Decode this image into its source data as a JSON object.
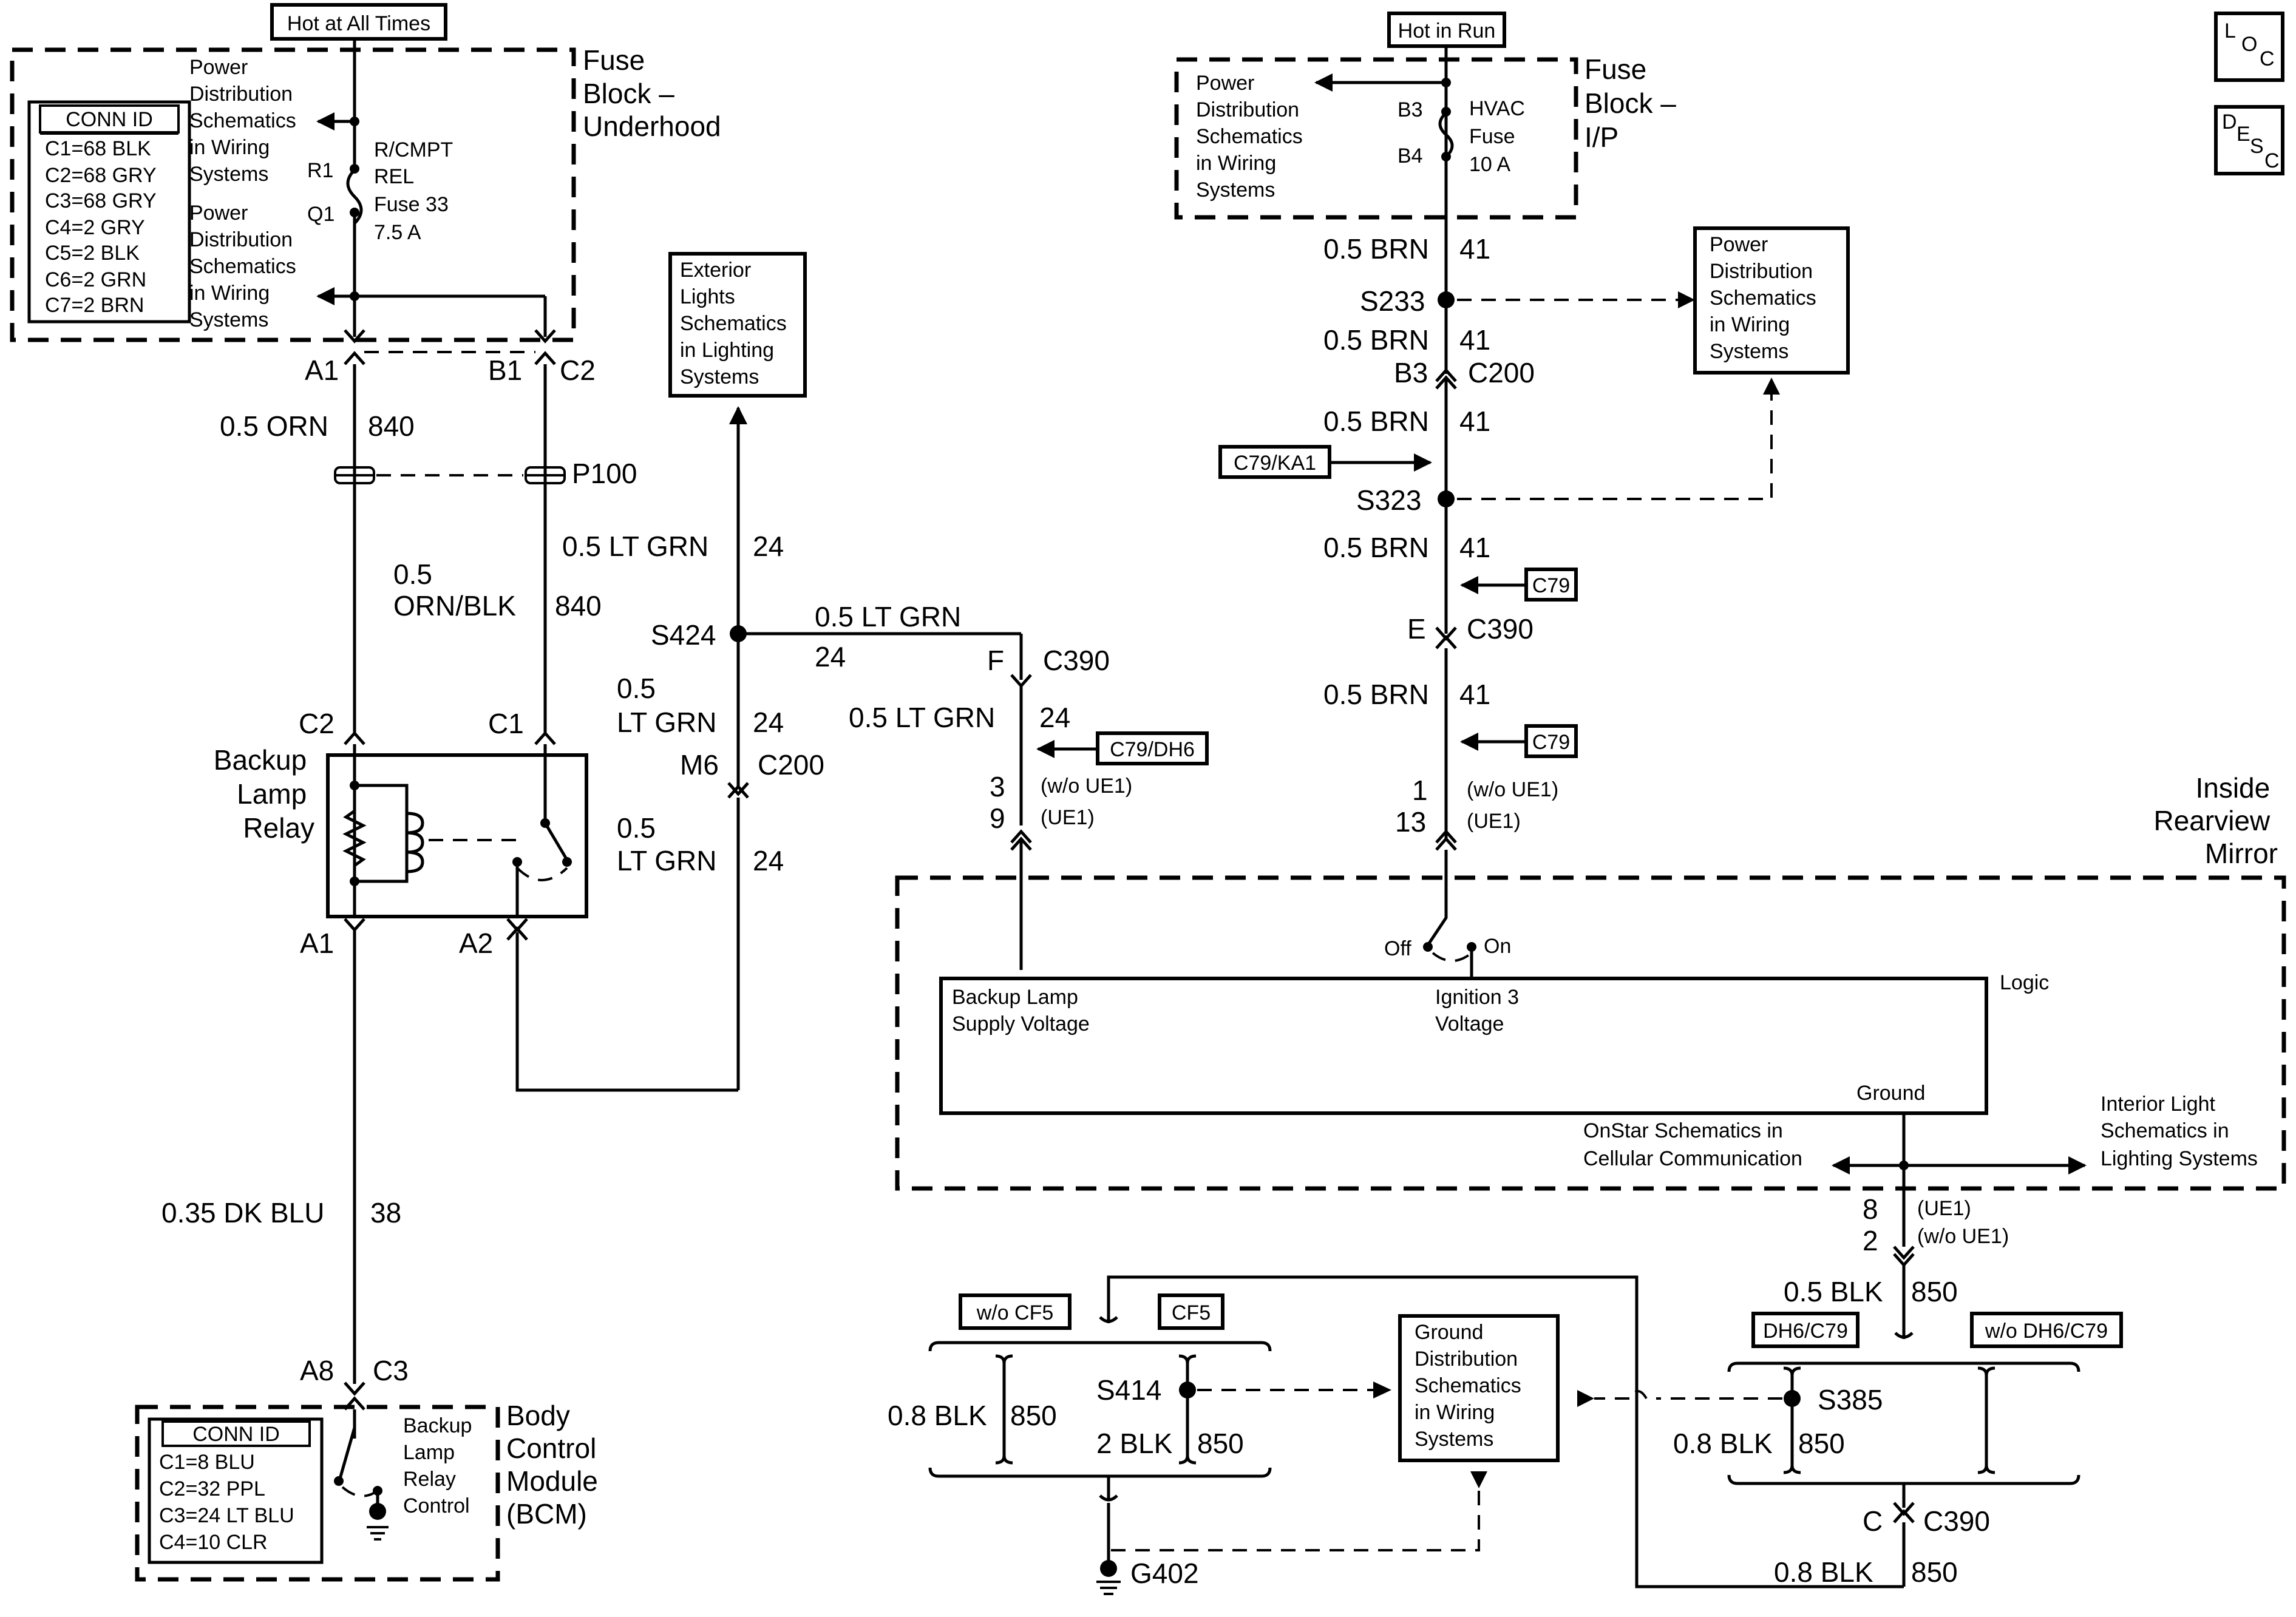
{
  "top_left": {
    "hot_label": "Hot at All Times",
    "fuse_block_title": [
      "Fuse",
      "Block –",
      "Underhood"
    ],
    "pds_upper": [
      "Power",
      "Distribution",
      "Schematics",
      "in Wiring",
      "Systems"
    ],
    "pds_lower": [
      "Power",
      "Distribution",
      "Schematics",
      "in Wiring",
      "Systems"
    ],
    "conn_id": {
      "title": "CONN ID",
      "rows": [
        "C1=68 BLK",
        "C2=68 GRY",
        "C3=68 GRY",
        "C4=2 GRY",
        "C5=2 BLK",
        "C6=2 GRN",
        "C7=2 BRN"
      ]
    },
    "pin_r1": "R1",
    "pin_q1": "Q1",
    "fuse_label": [
      "R/CMPT",
      "REL",
      "Fuse 33",
      "7.5 A"
    ],
    "pin_a1": "A1",
    "pin_b1": "B1",
    "pin_c2": "C2",
    "wire1": "0.5 ORN",
    "wire1_circ": "840",
    "p100": "P100",
    "wire2": [
      "0.5",
      "ORN/BLK"
    ],
    "wire2_circ": "840"
  },
  "relay": {
    "title": [
      "Backup",
      "Lamp",
      "Relay"
    ],
    "pin_c2": "C2",
    "pin_c1": "C1",
    "pin_a1": "A1",
    "pin_a2": "A2"
  },
  "bcm": {
    "pin_a8": "A8",
    "pin_c3": "C3",
    "wire": "0.35 DK BLU",
    "wire_circ": "38",
    "title": [
      "Body",
      "Control",
      "Module",
      "(BCM)"
    ],
    "conn_id": {
      "title": "CONN ID",
      "rows": [
        "C1=8 BLU",
        "C2=32 PPL",
        "C3=24 LT BLU",
        "C4=10 CLR"
      ]
    },
    "control_label": [
      "Backup",
      "Lamp",
      "Relay",
      "Control"
    ]
  },
  "middle": {
    "exterior": [
      "Exterior",
      "Lights",
      "Schematics",
      "in Lighting",
      "Systems"
    ],
    "wire_top": "0.5 LT GRN",
    "wire_top_circ": "24",
    "s424": "S424",
    "wire_h": "0.5 LT GRN",
    "wire_h_circ": "24",
    "wire_mid": [
      "0.5",
      "LT GRN"
    ],
    "wire_mid_circ": "24",
    "m6": "M6",
    "c200": "C200",
    "wire_low": [
      "0.5",
      "LT GRN"
    ],
    "wire_low_circ": "24",
    "pin_f": "F",
    "c390": "C390",
    "wire_right": "0.5 LT GRN",
    "wire_right_circ": "24",
    "c79dh6": "C79/DH6",
    "pin3": "3",
    "pin9": "9",
    "wo_ue1": "(w/o UE1)",
    "ue1": "(UE1)"
  },
  "top_right": {
    "hot_label": "Hot in Run",
    "pds": [
      "Power",
      "Distribution",
      "Schematics",
      "in Wiring",
      "Systems"
    ],
    "pin_b3": "B3",
    "pin_b4": "B4",
    "fuse_label": [
      "HVAC",
      "Fuse",
      "10 A"
    ],
    "fuse_block_title": [
      "Fuse",
      "Block –",
      "I/P"
    ],
    "wire": "0.5 BRN",
    "wire_circ": "41",
    "s233": "S233",
    "pds_right": [
      "Power",
      "Distribution",
      "Schematics",
      "in Wiring",
      "Systems"
    ],
    "b3": "B3",
    "c200": "C200",
    "c79ka1": "C79/KA1",
    "s323": "S323",
    "c79": "C79",
    "pin_e": "E",
    "c390": "C390",
    "pin1": "1",
    "pin13": "13",
    "wo_ue1": "(w/o UE1)",
    "ue1": "(UE1)"
  },
  "corner": {
    "loc": [
      "L",
      "O",
      "C"
    ],
    "desc": [
      "D",
      "E",
      "S",
      "C"
    ]
  },
  "mirror": {
    "title": [
      "Inside",
      "Rearview",
      "Mirror"
    ],
    "off": "Off",
    "on": "On",
    "logic": "Logic",
    "backup": [
      "Backup Lamp",
      "Supply Voltage"
    ],
    "ign": [
      "Ignition 3",
      "Voltage"
    ],
    "ground": "Ground",
    "onstar": [
      "OnStar Schematics in",
      "Cellular Communication"
    ],
    "interior": [
      "Interior Light",
      "Schematics in",
      "Lighting Systems"
    ],
    "pin8": "8",
    "pin2": "2",
    "ue1": "(UE1)",
    "wo_ue1": "(w/o UE1)"
  },
  "ground": {
    "wire_blk": "0.5 BLK",
    "wire_blk_circ": "850",
    "dh6c79": "DH6/C79",
    "wo_dh6c79": "w/o DH6/C79",
    "s385": "S385",
    "wire_r": "0.8 BLK",
    "wire_r_circ": "850",
    "pin_c": "C",
    "c390": "C390",
    "wire_bottom": "0.8 BLK",
    "wire_bottom_circ": "850",
    "wo_cf5": "w/o CF5",
    "cf5": "CF5",
    "s414": "S414",
    "wire_l": "0.8 BLK",
    "wire_l_circ": "850",
    "wire_l2": "2 BLK",
    "wire_l2_circ": "850",
    "gds": [
      "Ground",
      "Distribution",
      "Schematics",
      "in Wiring",
      "Systems"
    ],
    "g402": "G402"
  }
}
